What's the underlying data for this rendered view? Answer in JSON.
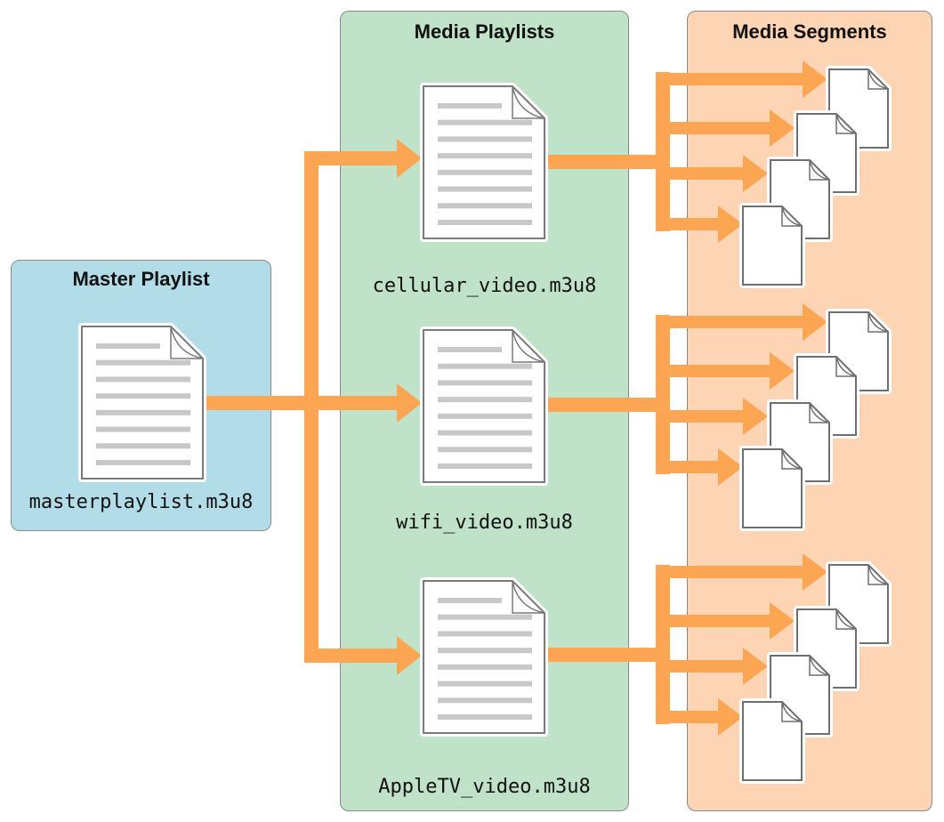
{
  "master": {
    "title": "Master Playlist",
    "file": "masterplaylist.m3u8"
  },
  "media": {
    "title": "Media Playlists",
    "files": [
      "cellular_video.m3u8",
      "wifi_video.m3u8",
      "AppleTV_video.m3u8"
    ]
  },
  "segments": {
    "title": "Media Segments",
    "groups": [
      {
        "count": 4
      },
      {
        "count": 4
      },
      {
        "count": 4
      }
    ]
  },
  "colors": {
    "arrow": "#fca552",
    "master_panel": "#b2dde8",
    "media_panel": "#bfe2c9",
    "segments_panel": "#fdd4b4",
    "doc_lines": "#c8c8c8"
  },
  "icons": [
    "document-icon",
    "segment-file-icon",
    "arrow"
  ]
}
